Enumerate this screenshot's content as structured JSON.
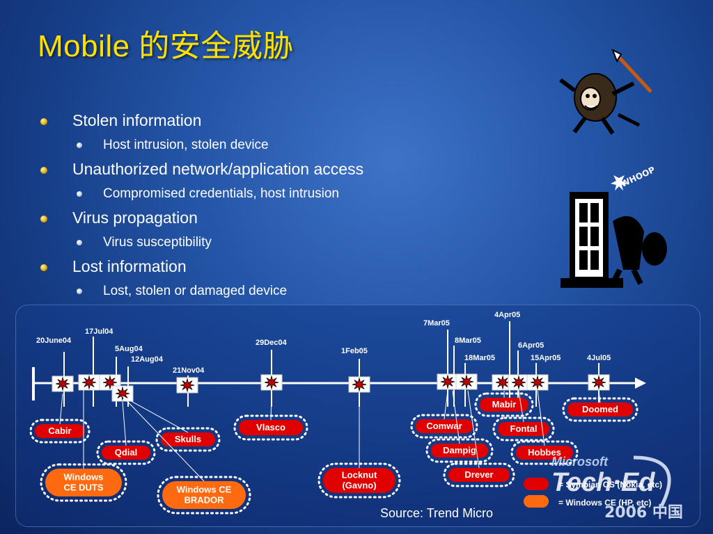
{
  "slide": {
    "title": "Mobile 的安全威胁",
    "bullets": [
      {
        "text": "Stolen information",
        "sub": "Host intrusion, stolen device"
      },
      {
        "text": "Unauthorized network/application access",
        "sub": "Compromised credentials, host intrusion"
      },
      {
        "text": "Virus propagation",
        "sub": "Virus susceptibility"
      },
      {
        "text": "Lost information",
        "sub": "Lost, stolen or damaged device"
      }
    ],
    "source": "Source: Trend Micro",
    "legend": [
      {
        "label": "= Symbian OS (Nokia, etc)",
        "color": "#e00000"
      },
      {
        "label": "= Windows CE (HP, etc)",
        "color": "#ff6a10"
      }
    ],
    "logo": {
      "brand": "Microsoft",
      "product": "Tech·Ed",
      "year": "2006 中国"
    },
    "art": {
      "caveman": "caveman-throwing-spear-icon",
      "burglar": "burglar-door-icon",
      "whoop": "WHOOP"
    }
  },
  "timeline": {
    "dates": [
      {
        "label": "20June04"
      },
      {
        "label": "17Jul04"
      },
      {
        "label": "5Aug04"
      },
      {
        "label": "12Aug04"
      },
      {
        "label": "21Nov04"
      },
      {
        "label": "29Dec04"
      },
      {
        "label": "1Feb05"
      },
      {
        "label": "7Mar05"
      },
      {
        "label": "8Mar05"
      },
      {
        "label": "18Mar05"
      },
      {
        "label": "4Apr05"
      },
      {
        "label": "6Apr05"
      },
      {
        "label": "15Apr05"
      },
      {
        "label": "4Jul05"
      }
    ],
    "viruses": [
      {
        "name": "Cabir",
        "os": "symbian"
      },
      {
        "name": "Windows\nCE DUTS",
        "os": "wince"
      },
      {
        "name": "Qdial",
        "os": "symbian"
      },
      {
        "name": "Skulls",
        "os": "symbian"
      },
      {
        "name": "Windows CE\nBRADOR",
        "os": "wince"
      },
      {
        "name": "Vlasco",
        "os": "symbian"
      },
      {
        "name": "Locknut\n(Gavno)",
        "os": "symbian"
      },
      {
        "name": "Comwar",
        "os": "symbian"
      },
      {
        "name": "Dampig",
        "os": "symbian"
      },
      {
        "name": "Drever",
        "os": "symbian"
      },
      {
        "name": "Mabir",
        "os": "symbian"
      },
      {
        "name": "Fontal",
        "os": "symbian"
      },
      {
        "name": "Hobbes",
        "os": "symbian"
      },
      {
        "name": "Doomed",
        "os": "symbian"
      }
    ]
  }
}
